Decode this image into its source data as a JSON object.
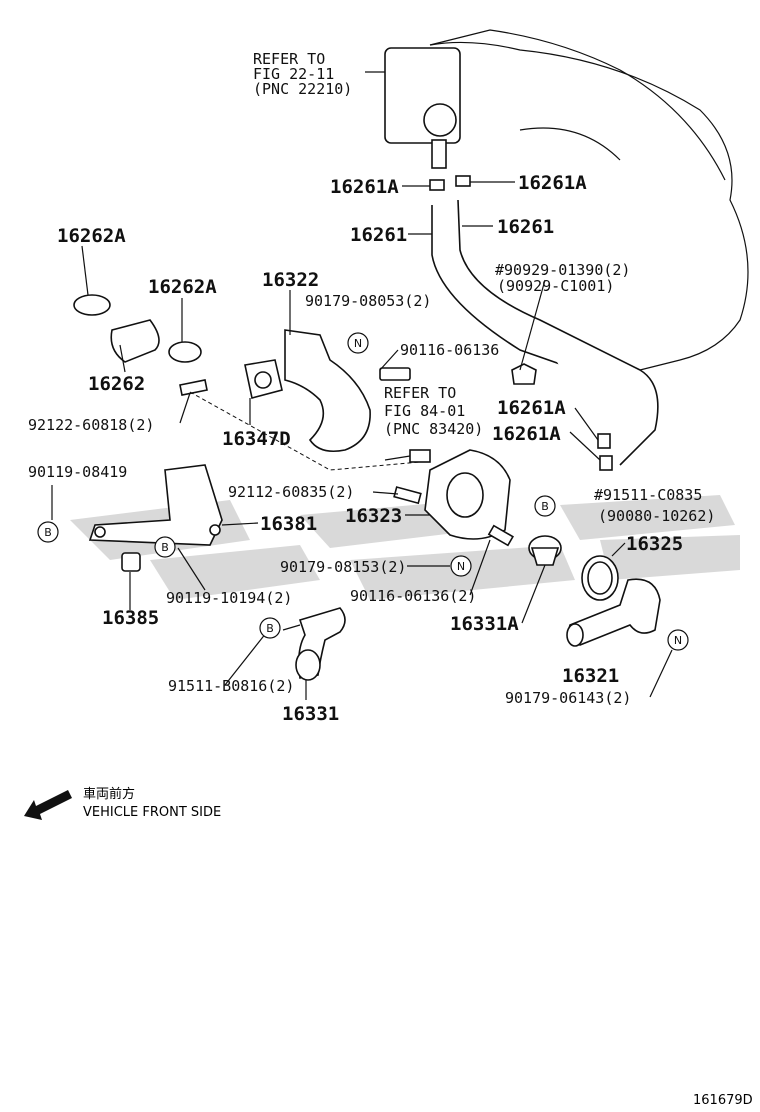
{
  "labels": {
    "refer_2211_l1": "REFER TO",
    "refer_2211_l2": "FIG 22-11",
    "refer_2211_l3": "(PNC 22210)",
    "p16261A_left": "16261A",
    "p16261A_right": "16261A",
    "p16261_left": "16261",
    "p16261_right": "16261",
    "p16262A_a": "16262A",
    "p16262A_b": "16262A",
    "p16322": "16322",
    "p90929_01390": "#90929-01390(2)",
    "p90929_C1001": "(90929-C1001)",
    "p90179_08053": "90179-08053(2)",
    "p90116_06136_top": "90116-06136",
    "p16262": "16262",
    "refer_8401_l1": "REFER TO",
    "refer_8401_l2": "FIG 84-01",
    "refer_8401_l3": "(PNC 83420)",
    "p16261A_mid1": "16261A",
    "p16261A_mid2": "16261A",
    "p92122_60818": "92122-60818(2)",
    "p16347D": "16347D",
    "p90119_08419": "90119-08419",
    "p92112_60835": "92112-60835(2)",
    "p91511_C0835": "#91511-C0835",
    "p90080_10262": "(90080-10262)",
    "p16323": "16323",
    "p16381": "16381",
    "p90179_08153": "90179-08153(2)",
    "p16325": "16325",
    "p90119_10194": "90119-10194(2)",
    "p90116_06136_bot": "90116-06136(2)",
    "p16385": "16385",
    "p16331A": "16331A",
    "p16321": "16321",
    "p91511_B0816": "91511-B0816(2)",
    "p90179_06143": "90179-06143(2)",
    "p16331": "16331",
    "front_jp": "車両前方",
    "front_en": "VEHICLE FRONT SIDE",
    "diagram_code": "161679D"
  },
  "markers": {
    "n": "N",
    "b": "B"
  }
}
